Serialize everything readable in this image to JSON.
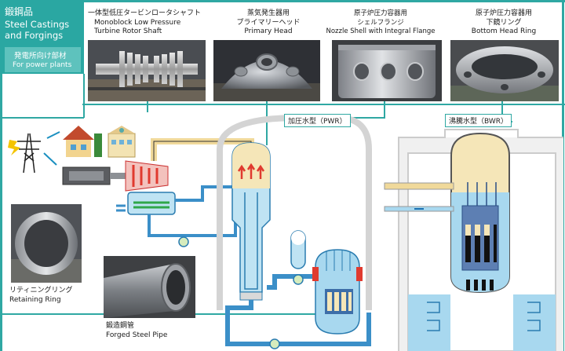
{
  "category": {
    "title_ja": "鍛鋼品",
    "title_en_line1": "Steel Castings",
    "title_en_line2": "and Forgings",
    "sub_ja": "発電所向け部材",
    "sub_en": "For power plants"
  },
  "products": [
    {
      "ja": "一体型低圧タービンロータシャフト",
      "en1": "Monoblock Low Pressure",
      "en2": "Turbine Rotor Shaft"
    },
    {
      "ja1": "蒸気発生器用",
      "ja2": "プライマリーヘッド",
      "en": "Primary Head"
    },
    {
      "ja1": "原子炉圧力容器用",
      "ja2": "シェルフランジ",
      "en": "Nozzle Shell with Integral Flange"
    },
    {
      "ja1": "原子炉圧力容器用",
      "ja2": "下鏡リング",
      "en": "Bottom Head Ring"
    }
  ],
  "retaining_ring": {
    "ja": "リティニングリング",
    "en": "Retaining Ring"
  },
  "forged_pipe": {
    "ja": "鍛造鋼管",
    "en": "Forged Steel Pipe"
  },
  "reactor_labels": {
    "pwr": "加圧水型（PWR）",
    "bwr": "沸騰水型（BWR）"
  },
  "colors": {
    "teal": "#2fa8a3",
    "water": "#a8d8ef",
    "pipe": "#3b8fc8",
    "steam": "#f5e6b8",
    "hot": "#e03a2f"
  }
}
